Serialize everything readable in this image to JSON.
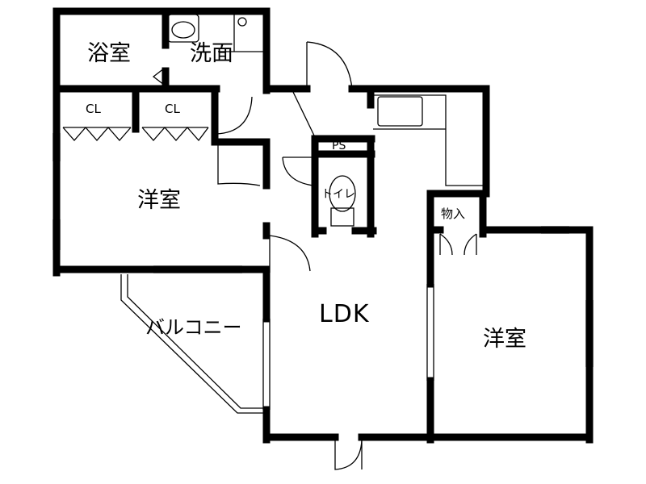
{
  "rooms": {
    "bath": "浴室",
    "washroom": "洗面",
    "closet_1": "CL",
    "closet_2": "CL",
    "western_room_1": "洋室",
    "ps": "PS",
    "toilet": "トイレ",
    "storage": "物入",
    "ldk": "LDK",
    "western_room_2": "洋室",
    "balcony": "バルコニー"
  }
}
